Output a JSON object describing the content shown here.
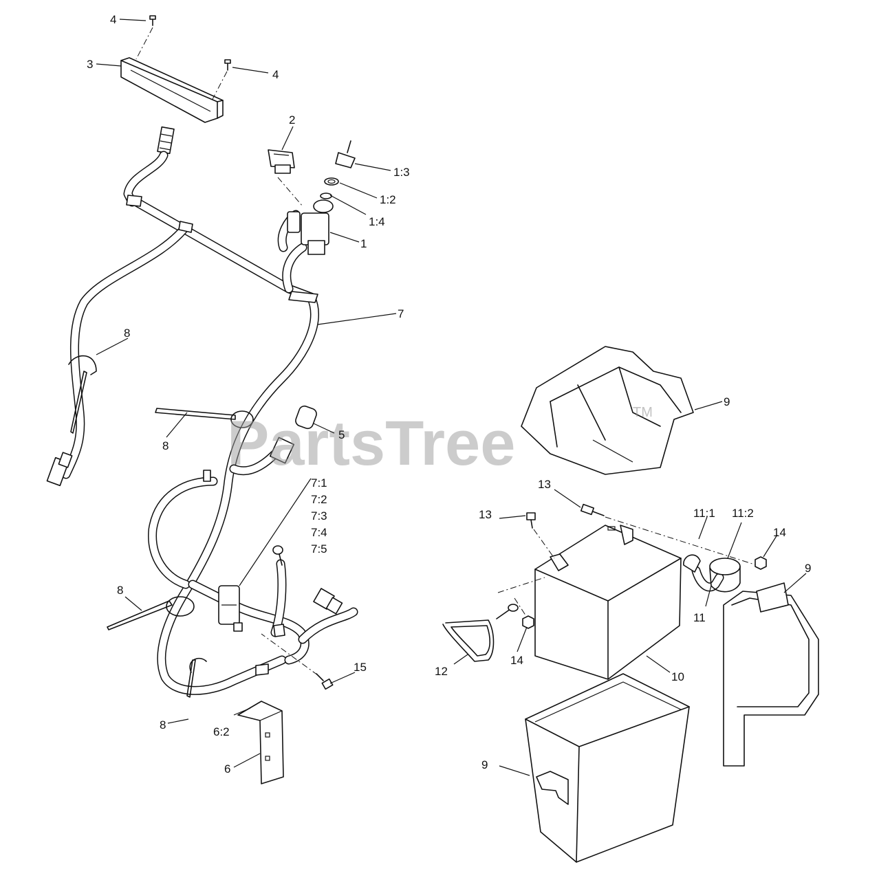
{
  "watermark": {
    "text": "PartsTree",
    "tm": "TM"
  },
  "callouts": {
    "c1": "1",
    "c1_2": "1:2",
    "c1_3": "1:3",
    "c1_4": "1:4",
    "c2": "2",
    "c3": "3",
    "c4a": "4",
    "c4b": "4",
    "c5": "5",
    "c6": "6",
    "c6_2": "6:2",
    "c7": "7",
    "c7_1": "7:1",
    "c7_2": "7:2",
    "c7_3": "7:3",
    "c7_4": "7:4",
    "c7_5": "7:5",
    "c8a": "8",
    "c8b": "8",
    "c8c": "8",
    "c8d": "8",
    "c9a": "9",
    "c9b": "9",
    "c9c": "9",
    "c10": "10",
    "c11": "11",
    "c11_1": "11:1",
    "c11_2": "11:2",
    "c12": "12",
    "c13a": "13",
    "c13b": "13",
    "c14a": "14",
    "c14b": "14",
    "c15": "15"
  }
}
